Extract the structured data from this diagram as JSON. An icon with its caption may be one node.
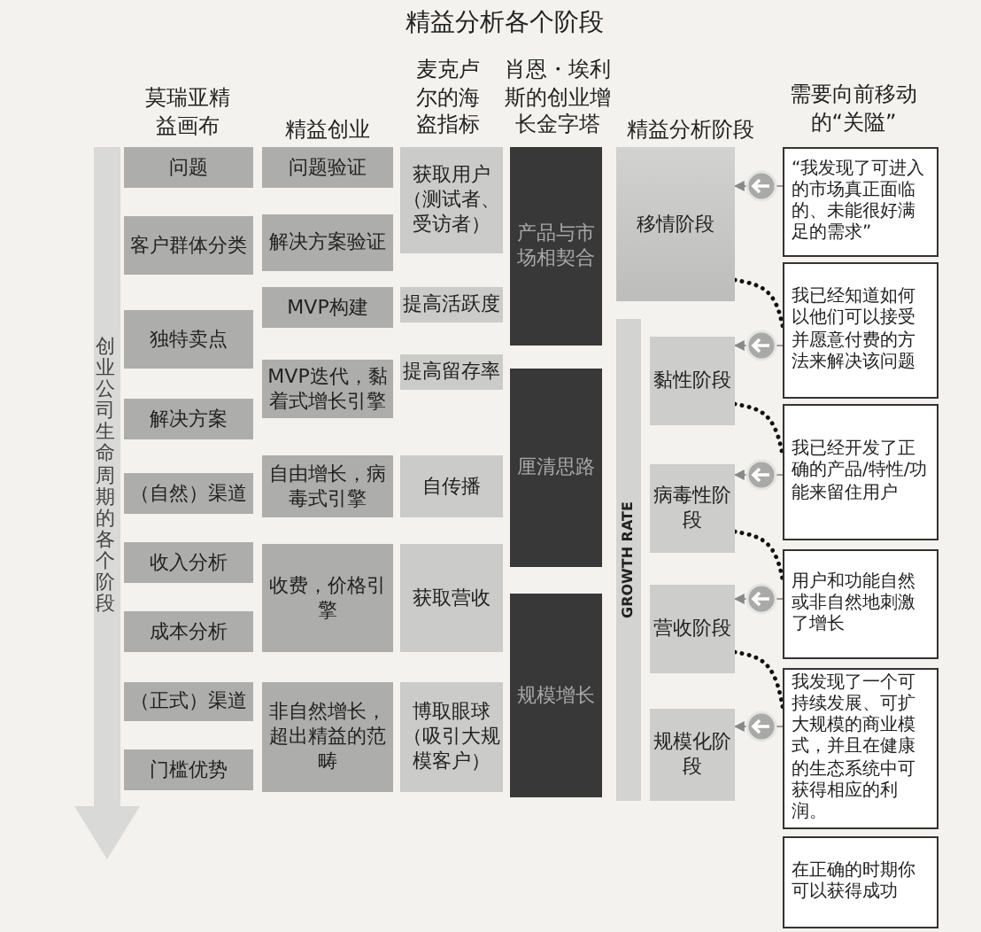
{
  "diagram": {
    "title": "精益分析各个阶段",
    "nodes": [
      {
        "text": [
          "问题"
        ]
      },
      {
        "text": [
          "客户群体分类"
        ]
      },
      {
        "text": [
          "独特卖点"
        ]
      },
      {
        "text": [
          "解决方案"
        ]
      },
      {
        "text": [
          "（自然）渠道"
        ]
      },
      {
        "text": [
          "收入分析"
        ]
      },
      {
        "text": [
          "成本分析"
        ]
      },
      {
        "text": [
          "（正式）渠道"
        ]
      },
      {
        "text": [
          "门槛优势"
        ]
      },
      {
        "text": [
          "问题验证"
        ]
      },
      {
        "text": [
          "解决方案验证"
        ]
      },
      {
        "text": [
          "MVP构建"
        ]
      },
      {
        "text": [
          "MVP迭代，黏着式增长引擎"
        ]
      },
      {
        "text": [
          "自由增长，病毒式引擎"
        ]
      },
      {
        "text": [
          "收费，价格引擎"
        ]
      },
      {
        "text": [
          "非自然增长，超出精益的范畴"
        ]
      },
      {
        "text": [
          "获取用户（测试者、受访者）"
        ]
      },
      {
        "text": [
          "提高活跃度"
        ]
      },
      {
        "text": [
          "提高留存率"
        ]
      },
      {
        "text": [
          "自传播"
        ]
      },
      {
        "text": [
          "获取营收"
        ]
      },
      {
        "text": [
          "博取眼球（吸引大规模客户）"
        ]
      },
      {
        "text": [
          "产品与市场相契合"
        ]
      },
      {
        "text": [
          "厘清思路"
        ]
      },
      {
        "text": [
          "规模增长"
        ]
      },
      {
        "text": [
          "移情阶段"
        ]
      },
      {
        "text": [
          "GROWTH RATE"
        ]
      },
      {
        "text": [
          "黏性阶段"
        ]
      },
      {
        "text": [
          "病毒性阶段"
        ]
      },
      {
        "text": [
          "营收阶段"
        ]
      },
      {
        "text": [
          "规模化阶段"
        ]
      },
      {
        "text": [
          "“我发现了可进入的市场真正面临的、未能很好满足的需求”"
        ]
      },
      {
        "text": [
          "我已经知道如何以他们可以接受并愿意付费的方法来解决该问题"
        ]
      },
      {
        "text": [
          "我已经开发了正确的产品/特性/功能来留住用户"
        ]
      },
      {
        "text": [
          "用户和功能自然或非自然地刺激了增长"
        ]
      },
      {
        "text": [
          "我发现了一个可持续发展、可扩大规模的商业模式，并且在健康的生态系统中可获得相应的利润。"
        ]
      },
      {
        "text": [
          "在正确的时期你可以获得成功"
        ]
      }
    ],
    "edges": [
      {
        "from": 31,
        "to": 25,
        "arrow": "to"
      },
      {
        "from": 32,
        "to": 27,
        "arrow": "to"
      },
      {
        "from": 33,
        "to": 28,
        "arrow": "to"
      },
      {
        "from": 34,
        "to": 29,
        "arrow": "to"
      },
      {
        "from": 35,
        "to": 30,
        "arrow": "to"
      },
      {
        "from": 25,
        "to": 32,
        "arrow": "none",
        "style": "dashed",
        "color": "#111111"
      },
      {
        "from": 27,
        "to": 33,
        "arrow": "none",
        "style": "dashed",
        "color": "#111111"
      },
      {
        "from": 28,
        "to": 34,
        "arrow": "none",
        "style": "dashed",
        "color": "#111111"
      },
      {
        "from": 29,
        "to": 35,
        "arrow": "none",
        "style": "dashed",
        "color": "#111111"
      }
    ],
    "labels": [
      "莫瑞亚精益画布",
      "精益创业",
      "麦克卢尔的海盗指标",
      "肖恩・埃利斯的创业增长金字塔",
      "精益分析阶段",
      "需要向前移动的“关隘”",
      "创业公司生命周期的各个阶段"
    ]
  }
}
